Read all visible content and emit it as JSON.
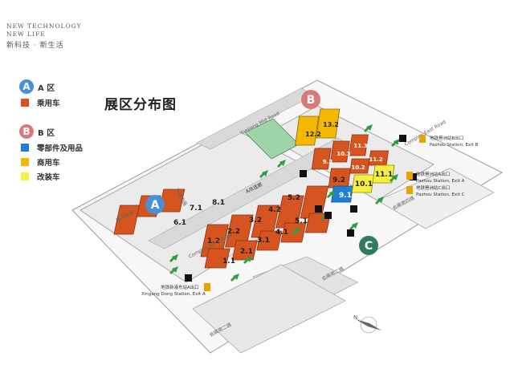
{
  "brand": {
    "line1": "NEW TECHNOLOGY",
    "line2": "NEW LIFE",
    "line3": "新科技 · 新生活"
  },
  "title": "展区分布图",
  "legend": {
    "zone_a": {
      "letter": "A",
      "label": "A 区",
      "color": "#4a90d9",
      "items": [
        {
          "label": "乘用车",
          "color": "#d5541f"
        }
      ]
    },
    "zone_b": {
      "letter": "B",
      "label": "B 区",
      "color": "#d97a7a",
      "items": [
        {
          "label": "零部件及用品",
          "color": "#1e7fd4"
        },
        {
          "label": "商用车",
          "color": "#f5b800"
        },
        {
          "label": "改装车",
          "color": "#f7f043"
        }
      ]
    }
  },
  "map": {
    "zone_markers": {
      "A": "A",
      "B": "B",
      "C": "C"
    },
    "halls_a": [
      "1.1",
      "1.2",
      "2.1",
      "2.2",
      "3.1",
      "3.2",
      "4.1",
      "4.2",
      "5.1",
      "5.2",
      "6.1",
      "7.1",
      "8.1"
    ],
    "halls_b": [
      "9.1",
      "9.2",
      "10.1",
      "10.2",
      "11.1",
      "11.2",
      "12.2",
      "13.2",
      "9.3",
      "10.3",
      "11.3"
    ],
    "roads": {
      "yuejiang_mid": "Yuejiang Mid Road",
      "complex_east": "Complex East Road",
      "complex_west": "Complex West Road",
      "xingang_east": "新港东路",
      "pazhou_south": "会展南四路",
      "road_central": "凤浦中路",
      "road_south_a": "会展南二路",
      "road_south_b": "会展南二路"
    },
    "corridor_label": "A/B连廊",
    "stations": {
      "pazhou_b": {
        "cn": "地铁琶洲站B出口",
        "en": "Pazhou Station, Exit B"
      },
      "pazhou_a": {
        "cn": "地铁琶洲站A出口",
        "en": "Pazhou Station, Exit A"
      },
      "pazhou_c": {
        "cn": "地铁琶洲站C出口",
        "en": "Pazhou Station, Exit C"
      },
      "xingang": {
        "cn": "地铁新港东站A出口",
        "en": "Xingang Dong Station, Exit A"
      }
    },
    "compass": "N"
  },
  "colors": {
    "passenger": "#d5541f",
    "parts": "#1e7fd4",
    "commercial": "#f5b800",
    "modified": "#f7f043",
    "arrow": "#2e9d3a",
    "building": "#e6e6e6"
  }
}
